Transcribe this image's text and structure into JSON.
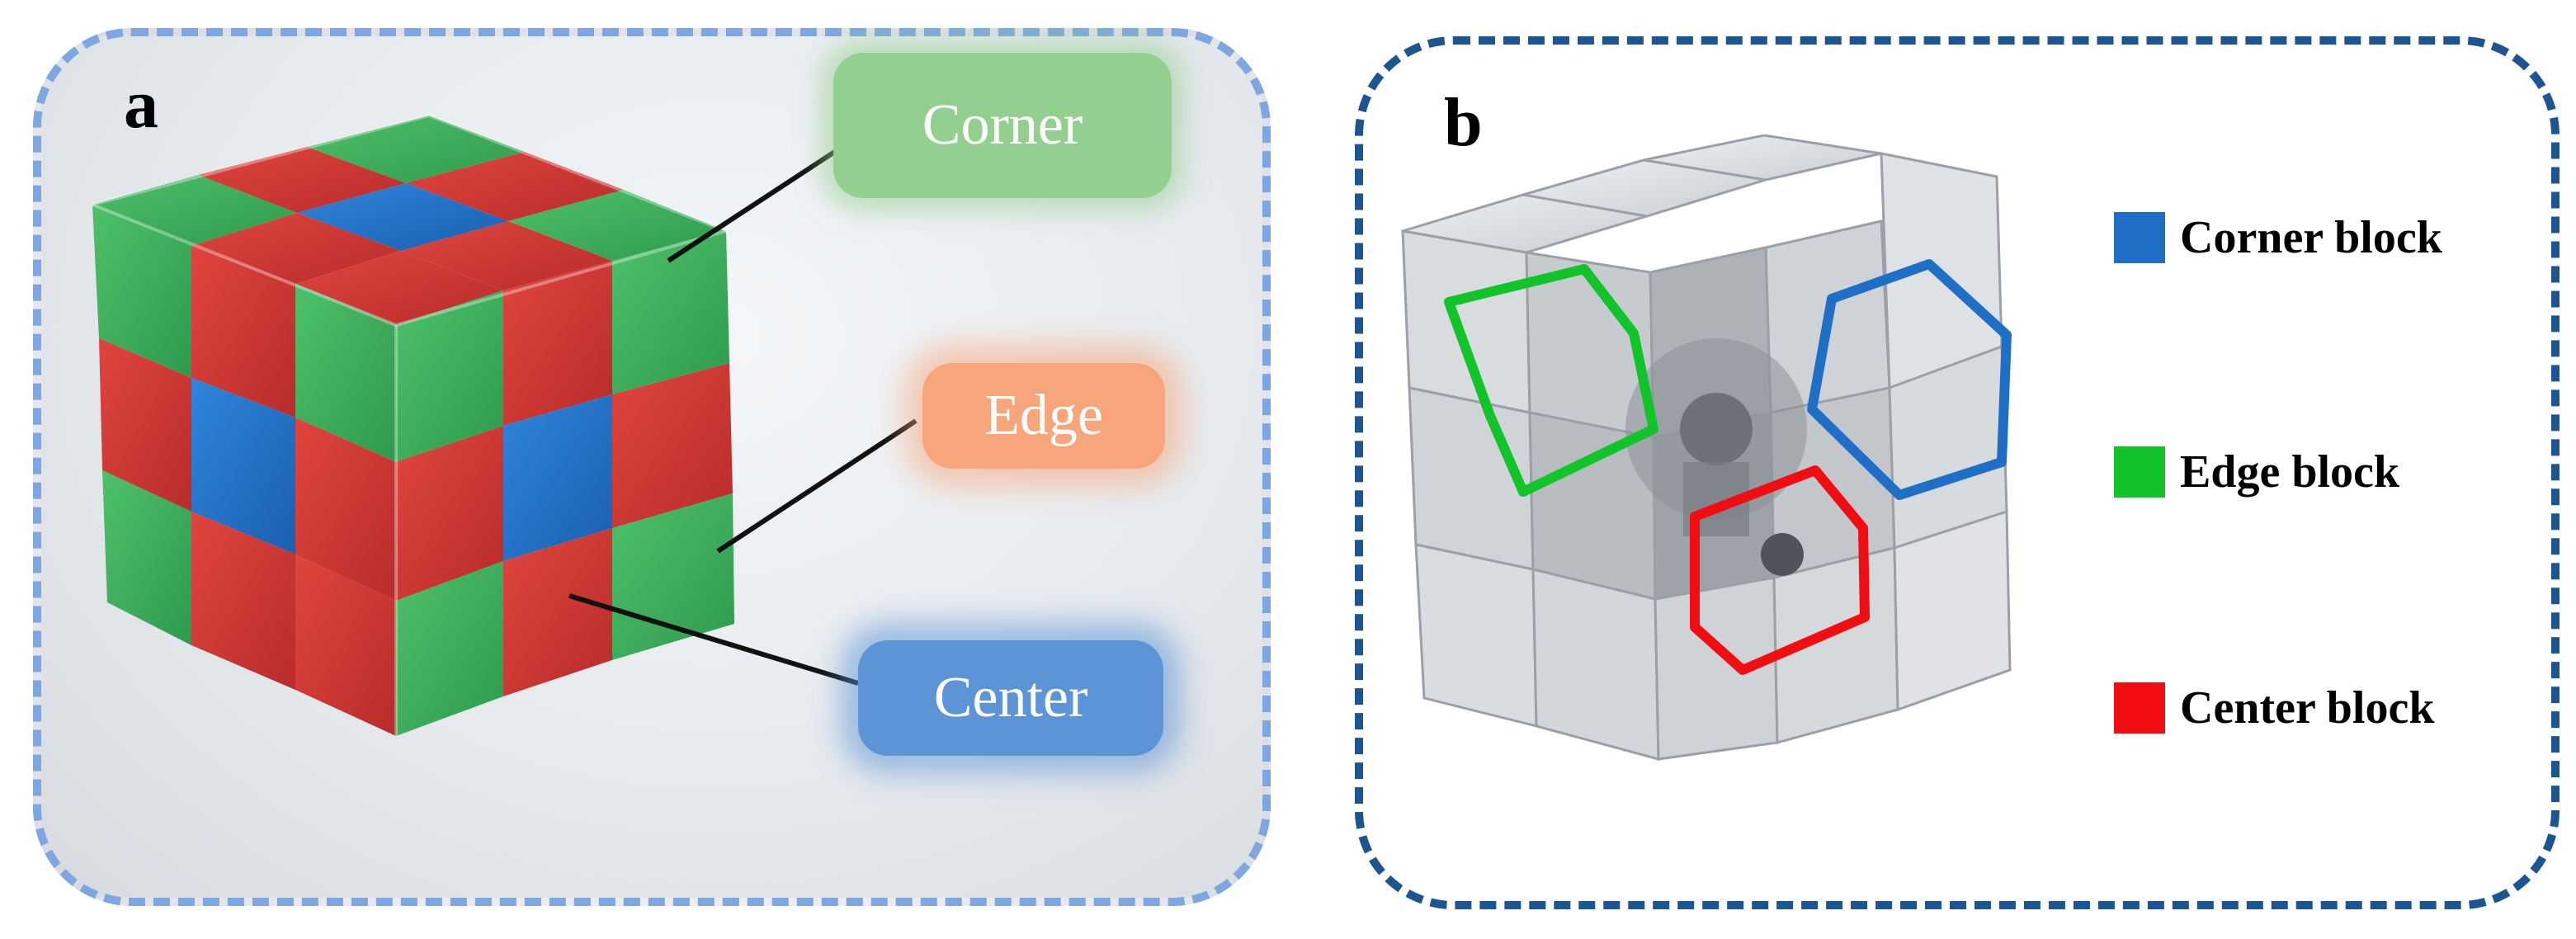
{
  "panel_a": {
    "label": "a",
    "callouts": {
      "corner": "Corner",
      "edge": "Edge",
      "center": "Center"
    }
  },
  "panel_b": {
    "label": "b",
    "legend": [
      {
        "label": "Corner block",
        "color": "#1f6fc6"
      },
      {
        "label": "Edge block",
        "color": "#12c42a"
      },
      {
        "label": "Center block",
        "color": "#f20d12"
      }
    ]
  },
  "colors": {
    "green": "#39a85a",
    "red": "#d23a36",
    "blue": "#1f6fc6",
    "frame_a": "#7ea6e0",
    "frame_b": "#1d5590"
  }
}
